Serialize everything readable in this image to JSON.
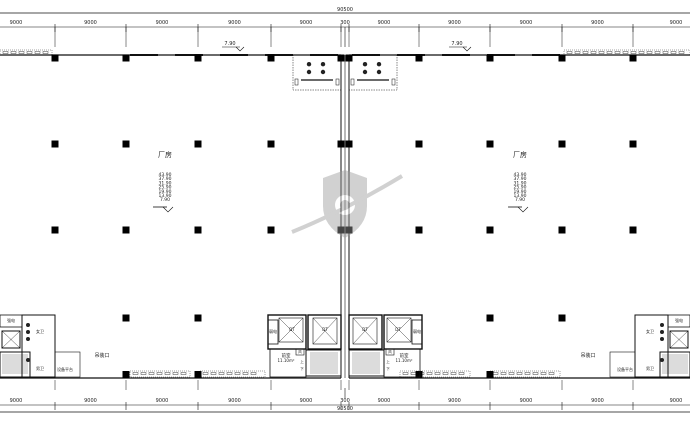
{
  "overall_dimension": "90500",
  "bay_dimension": "9000",
  "gap_dimension": "300",
  "bays_left": [
    "9000",
    "9000",
    "9000",
    "9000",
    "9000"
  ],
  "bays_right": [
    "9000",
    "9000",
    "9000",
    "9000",
    "9000"
  ],
  "top_level": "7.90",
  "halls": [
    {
      "label": "厂房",
      "levels": [
        "43.90",
        "37.90",
        "31.90",
        "25.90",
        "19.90",
        "13.90",
        "7.90"
      ]
    },
    {
      "label": "厂房",
      "levels": [
        "43.90",
        "37.90",
        "31.90",
        "25.90",
        "19.90",
        "13.90",
        "7.90"
      ]
    }
  ],
  "rooms": {
    "hoist_opening": "吊装口",
    "anteroom": "前室",
    "anteroom_area": "11.10m²",
    "strong_power": "强电",
    "weak_power": "弱电",
    "male_wc": "男卫",
    "female_wc": "女卫",
    "equipment_platform": "设备平台",
    "elevator": "DT",
    "wind": "风",
    "up": "上",
    "down": "下"
  },
  "colors": {
    "line": "#111111",
    "column": "#000000",
    "watermark": "#9a9a9a"
  }
}
